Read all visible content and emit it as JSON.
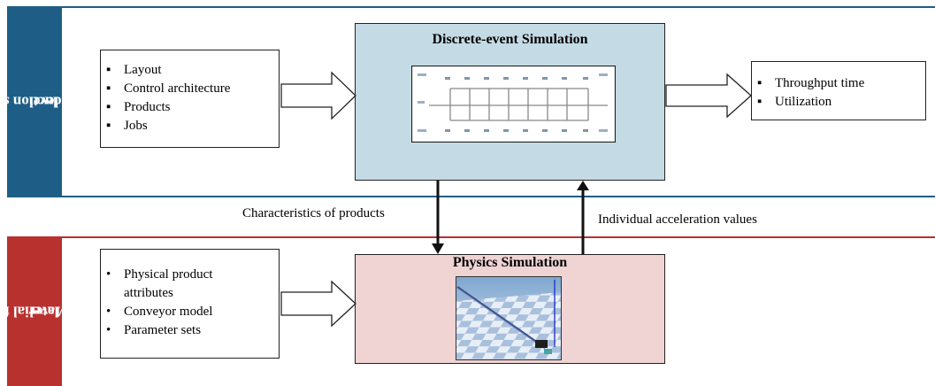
{
  "bands": {
    "production": {
      "label_line1": "Production system",
      "label_line2": "level",
      "color": "#1e5e86"
    },
    "material": {
      "label_line1": "Material flow",
      "label_line2": "level",
      "color": "#b8312f"
    }
  },
  "production_inputs": [
    "Layout",
    "Control architecture",
    "Products",
    "Jobs"
  ],
  "outputs": [
    "Throughput time",
    "Utilization"
  ],
  "des": {
    "title": "Discrete-event Simulation",
    "fill": "#c4dbe5"
  },
  "physics": {
    "title": "Physics Simulation",
    "fill": "#f0d3d3"
  },
  "material_inputs": [
    "Physical product attributes",
    "Conveyor model",
    "Parameter sets"
  ],
  "edges": {
    "down_label": "Characteristics of products",
    "up_label": "Individual acceleration values"
  }
}
